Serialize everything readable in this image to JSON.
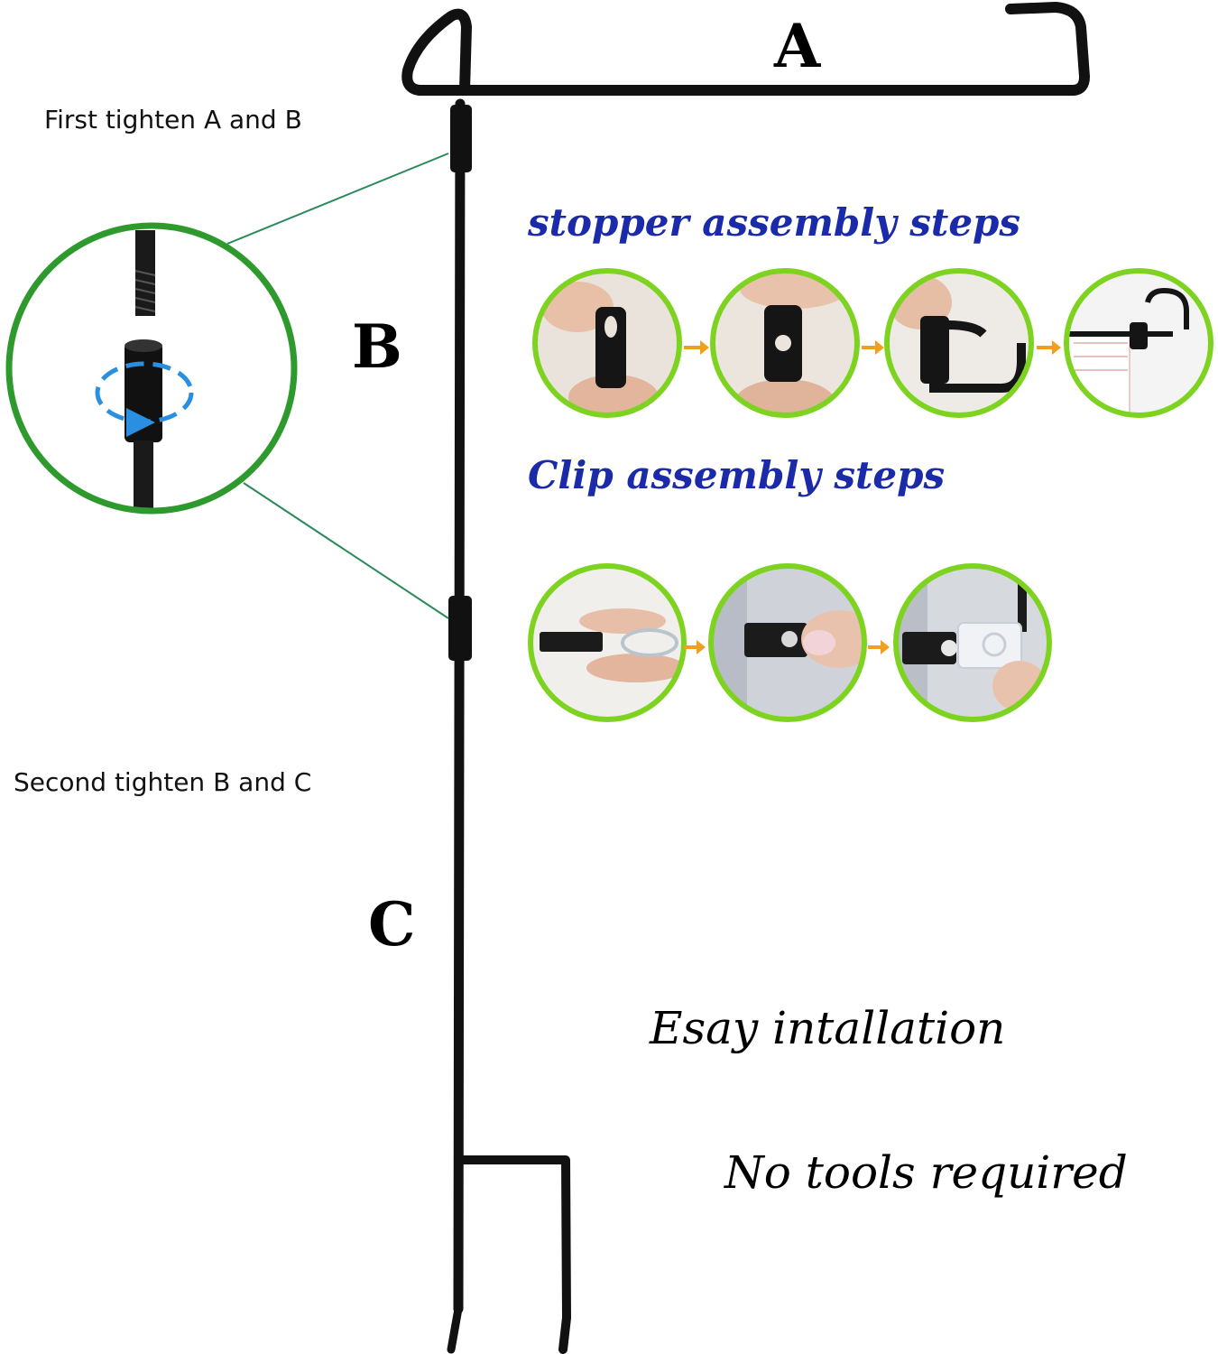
{
  "labels": {
    "part_a": "A",
    "part_b": "B",
    "part_c": "C",
    "step_one": "First tighten A and B",
    "step_two": "Second tighten B and C"
  },
  "stopper": {
    "heading": "stopper assembly steps",
    "steps": 4
  },
  "clip": {
    "heading": "Clip assembly steps",
    "steps": 3
  },
  "slogans": {
    "line1": "Esay intallation",
    "line2": "No tools required"
  },
  "colors": {
    "pole": "#111111",
    "detail_ring": "#2e9a2e",
    "step_ring": "#7ed321",
    "step_arrow": "#f0a020",
    "heading": "#1a2aa8",
    "rotate_arrow": "#2a8fe0"
  }
}
